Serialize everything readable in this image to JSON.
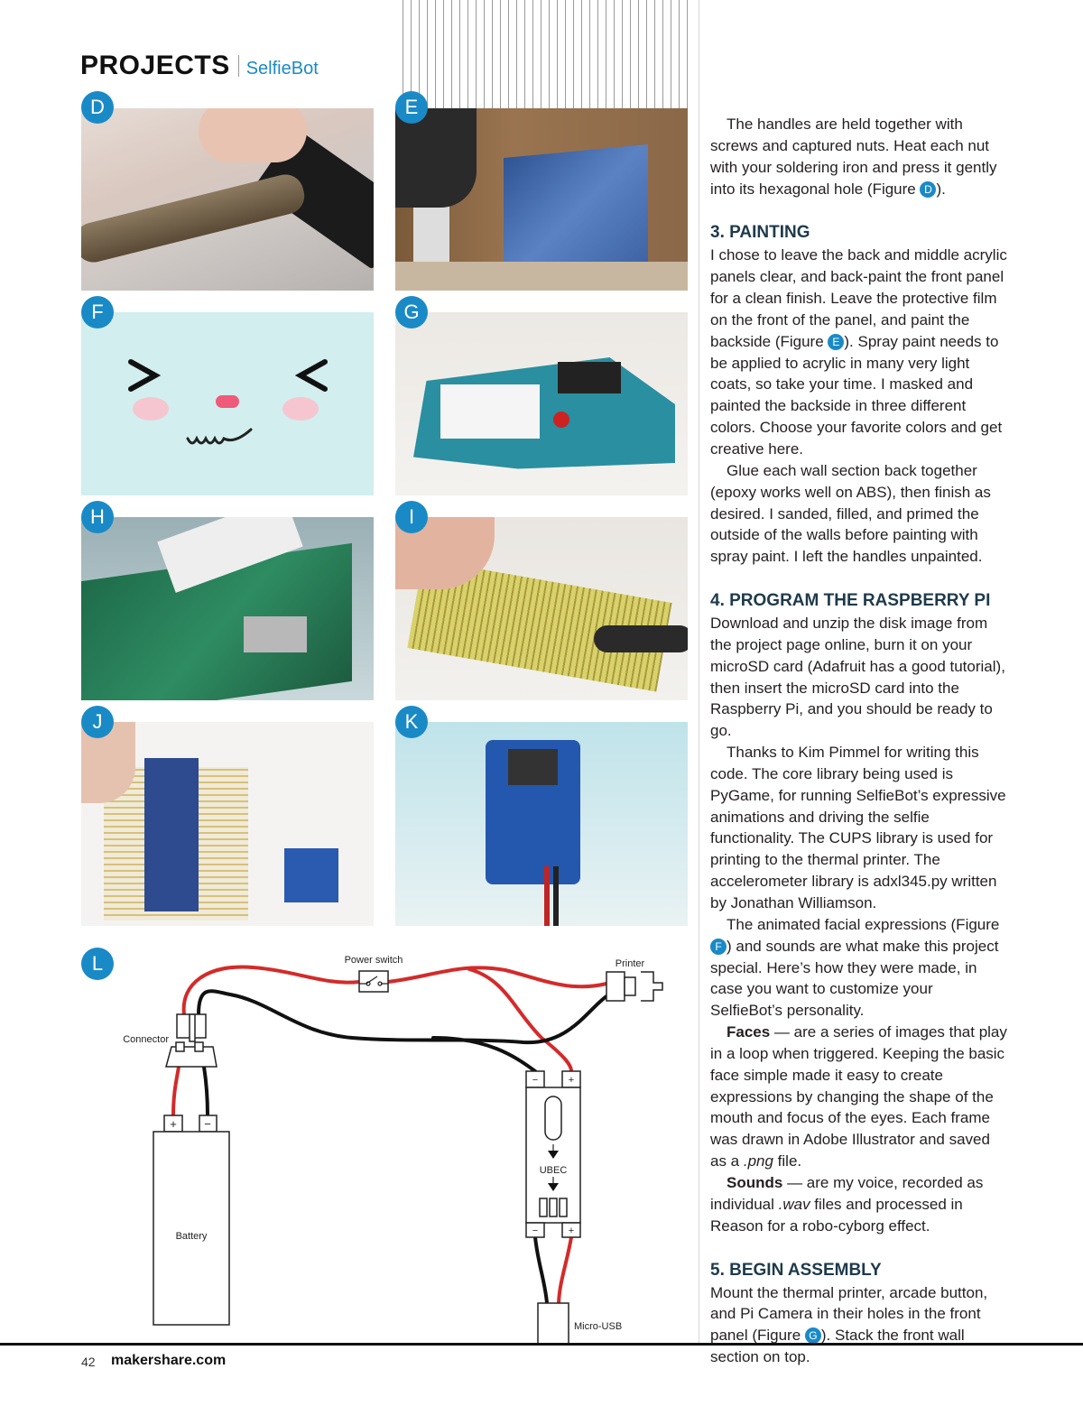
{
  "header": {
    "section": "PROJECTS",
    "subtitle": "SelfieBot"
  },
  "figures": {
    "labels": [
      "D",
      "E",
      "F",
      "G",
      "H",
      "I",
      "J",
      "K",
      "L"
    ]
  },
  "diagram": {
    "power_switch": "Power switch",
    "printer": "Printer",
    "connector": "Connector",
    "battery": "Battery",
    "ubec": "UBEC",
    "micro_usb": "Micro-USB",
    "plus": "+",
    "minus": "−"
  },
  "article": {
    "p1": [
      "The handles are held together with screws and captured nuts. Heat each nut with your soldering iron and press it gently into its hexagonal hole (Figure ",
      "D",
      ")."
    ],
    "h3": "3. PAINTING",
    "p2": [
      "I chose to leave the back and middle acrylic panels clear, and back-paint the front panel for a clean finish. Leave the protective film on the front of the panel, and paint the backside (Figure ",
      "E",
      "). Spray paint needs to be applied to acrylic in many very light coats, so take your time. I masked and painted the backside in three different colors. Choose your favorite colors and get creative here."
    ],
    "p3": "Glue each wall section back together (epoxy works well on ABS), then finish as desired. I sanded, filled, and primed the outside of the walls before painting with spray paint. I left the handles unpainted.",
    "h4": "4. PROGRAM THE RASPBERRY PI",
    "p4": "Download and unzip the disk image from the project page online, burn it on your microSD card (Adafruit has a good tutorial), then insert the microSD card into the Raspberry Pi, and you should be ready to go.",
    "p5": "Thanks to Kim Pimmel for writing this code. The core library being used is PyGame, for running SelfieBot’s expressive animations and driving the selfie functionality. The CUPS library is used for printing to the thermal printer. The accelerometer library is adxl345.py written by Jonathan Williamson.",
    "p6": [
      "The animated facial expressions (Figure ",
      "F",
      ") and sounds are what make this project special. Here’s how they were made, in case you want to customize your SelfieBot’s personality."
    ],
    "p7": {
      "term": "Faces",
      "pre": " — are a series of images that play in a loop when triggered. Keeping the basic face simple made it easy to create expressions by changing the shape of the mouth and focus of the eyes. Each frame was drawn in Adobe Illustrator and saved as a ",
      "em": ".png",
      "post": " file."
    },
    "p8": {
      "term": "Sounds",
      "pre": " — are my voice, recorded as individual ",
      "em": ".wav",
      "post": " files and processed in Reason for a robo-cyborg effect."
    },
    "h5": "5. BEGIN ASSEMBLY",
    "p9": [
      "Mount the thermal printer, arcade button, and Pi Camera in their holes in the front panel (Figure ",
      "G",
      "). Stack the front wall section on top."
    ]
  },
  "footer": {
    "page": "42",
    "site": "makershare.com"
  },
  "colors": {
    "accent": "#1a8ac6",
    "heading": "#1e3a4b",
    "wire_red": "#d42a2a",
    "wire_black": "#111111"
  }
}
